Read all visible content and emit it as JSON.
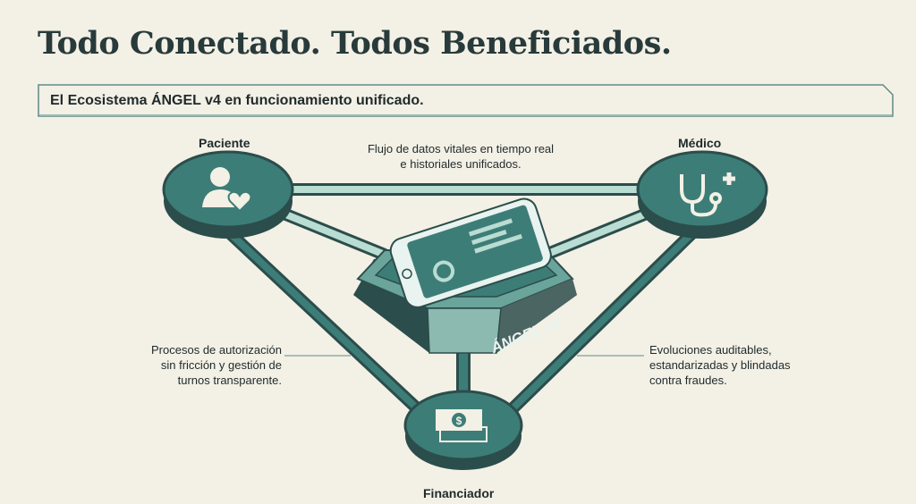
{
  "title": "Todo Conectado. Todos Beneficiados.",
  "subtitle": "El Ecosistema ÁNGEL v4 en funcionamiento unificado.",
  "nodes": {
    "patient": "Paciente",
    "doctor": "Médico",
    "funder": "Financiador",
    "center": "ÁNGEL v4"
  },
  "descriptions": {
    "top": [
      "Flujo de datos vitales en tiempo real",
      "e historiales unificados."
    ],
    "left": [
      "Procesos de autorización",
      "sin fricción y gestión de",
      "turnos transparente."
    ],
    "right": [
      "Evoluciones auditables,",
      "estandarizadas y blindadas",
      "contra fraudes."
    ]
  },
  "colors": {
    "background": "#f3f0e6",
    "teal": "#3d7d77",
    "dark": "#2b4d4b",
    "light": "#b9dcd3"
  }
}
